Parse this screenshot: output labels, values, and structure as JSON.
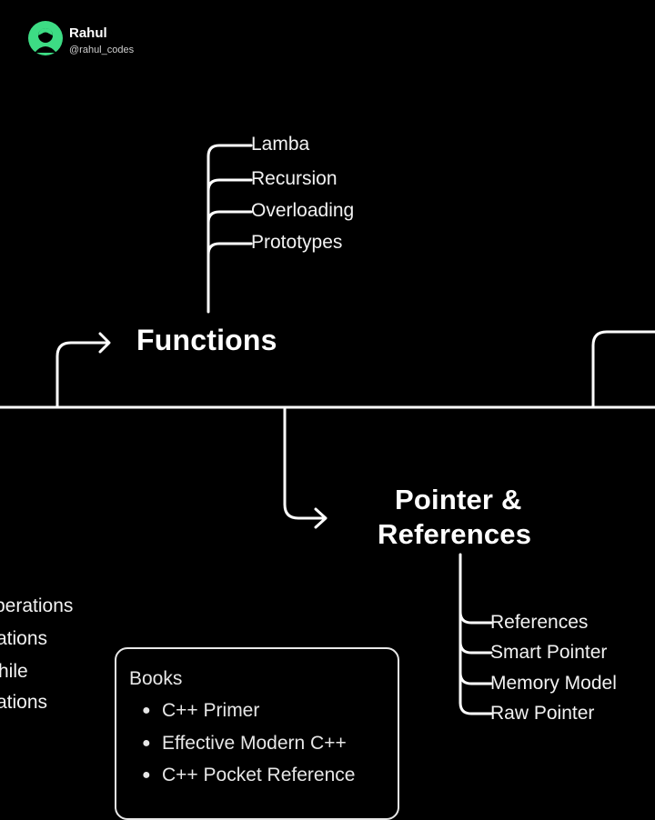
{
  "author": {
    "name": "Rahul",
    "handle": "@rahul_codes",
    "avatar_icon": "user-silhouette-icon",
    "accent_color": "#3ddc84"
  },
  "functions": {
    "title": "Functions",
    "items": [
      "Lamba",
      "Recursion",
      "Overloading",
      "Prototypes"
    ]
  },
  "pointers": {
    "title_line1": "Pointer &",
    "title_line2": "References",
    "items": [
      "References",
      "Smart Pointer",
      "Memory Model",
      "Raw Pointer"
    ]
  },
  "left_partial": {
    "items": [
      "perations",
      "ations",
      "hile",
      "ations"
    ]
  },
  "books": {
    "title": "Books",
    "items": [
      "C++ Primer",
      "Effective Modern C++",
      "C++ Pocket Reference"
    ]
  }
}
